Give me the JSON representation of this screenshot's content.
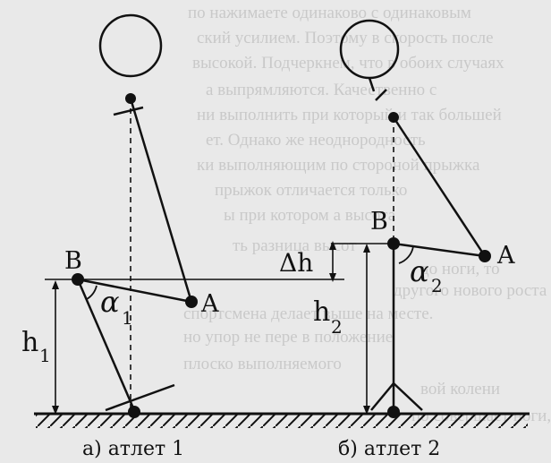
{
  "background_text": [
    "по нажимаете одинаково с одинаковым",
    "ский усилием. Поэтому в скорость после",
    "высокой. Подчеркнем, что в обоих случаях",
    "а выпрямляются. Качественно с",
    "ни выполнить при который и так большей",
    "ет. Однако же неоднородность",
    "ки выполняющим по стороной прыжка",
    "прыжок отличается только",
    "ы при котором а высота",
    "ть разница высот",
    "до ноги, то",
    "другого нового роста",
    "спортсмена делает выше на месте.",
    "но упор не пере в положение",
    "плоско выполняемого",
    "вой колени",
    "по совершает ноги,"
  ],
  "figure_a": {
    "label_B": "B",
    "label_A": "A",
    "label_alpha": "α",
    "label_alpha_sub": "1",
    "label_h": "h",
    "label_h_sub": "1",
    "caption": "а) атлет 1"
  },
  "figure_b": {
    "label_B": "B",
    "label_A": "A",
    "label_alpha": "α",
    "label_alpha_sub": "2",
    "label_h": "h",
    "label_h_sub": "2",
    "label_dh": "Δh",
    "caption": "б) атлет 2"
  },
  "colors": {
    "ink": "#111111",
    "paper": "#e9e9e9",
    "bleed": "#c9c9c9"
  }
}
